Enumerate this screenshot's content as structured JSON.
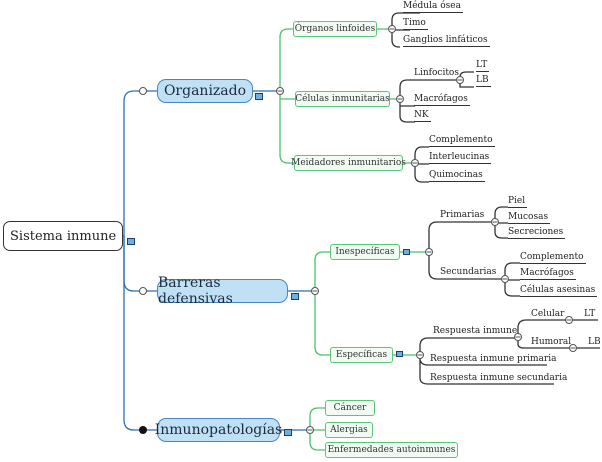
{
  "root": "Sistema inmune",
  "branches": [
    {
      "label": "Organizado",
      "children": [
        {
          "label": "Órganos linfoides",
          "children": [
            "Médula ósea",
            "Timo",
            "Ganglios linfáticos"
          ]
        },
        {
          "label": "Células inmunitarias",
          "children": [
            {
              "label": "Linfocitos",
              "children": [
                "LT",
                "LB"
              ]
            },
            "Macrófagos",
            "NK"
          ]
        },
        {
          "label": "Meidadores inmunitarios",
          "children": [
            "Complemento",
            "Interleucinas",
            "Quimocinas"
          ]
        }
      ]
    },
    {
      "label": "Barreras defensivas",
      "children": [
        {
          "label": "Inespecíficas",
          "children": [
            {
              "label": "Primarias",
              "children": [
                "Piel",
                "Mucosas",
                "Secreciones"
              ]
            },
            {
              "label": "Secundarias",
              "children": [
                "Complemento",
                "Macrófagos",
                "Células asesinas"
              ]
            }
          ]
        },
        {
          "label": "Específicas",
          "children": [
            {
              "label": "Respuesta inmune",
              "children": [
                {
                  "label": "Celular",
                  "children": [
                    "LT"
                  ]
                },
                {
                  "label": "Humoral",
                  "children": [
                    "LB"
                  ]
                }
              ]
            },
            "Respuesta inmune primaria",
            "Respuesta inmune secundaria"
          ]
        }
      ]
    },
    {
      "label": "Inmunopatologías",
      "children": [
        "Cáncer",
        "Alergias",
        "Enfermedades autoinmunes"
      ]
    }
  ],
  "colors": {
    "main_fill": "#bfe0f5",
    "main_border": "#4a86c5",
    "sub_border": "#5cc57a",
    "root_line": "#2f6fae"
  }
}
